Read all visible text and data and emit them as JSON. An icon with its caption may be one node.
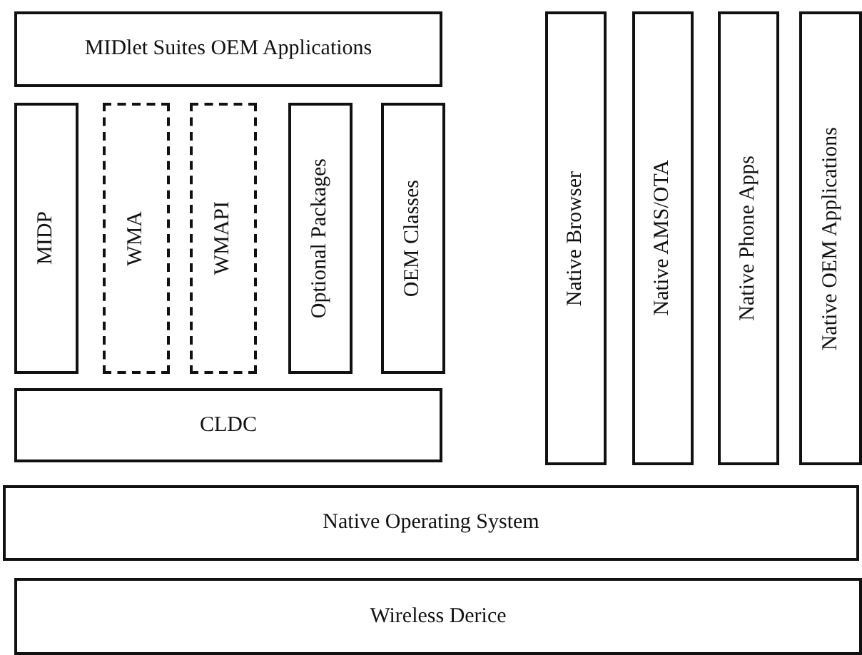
{
  "diagram": {
    "nodes": [
      {
        "text": [
          "MIDlet Suites OEM Applications"
        ]
      },
      {
        "text": [
          "MIDP"
        ]
      },
      {
        "text": [
          "WMA"
        ]
      },
      {
        "text": [
          "WMAPI"
        ]
      },
      {
        "text": [
          "Optional Packages"
        ]
      },
      {
        "text": [
          "OEM Classes"
        ]
      },
      {
        "text": [
          "CLDC"
        ]
      },
      {
        "text": [
          "Native Browser"
        ]
      },
      {
        "text": [
          "Native AMS/OTA"
        ]
      },
      {
        "text": [
          "Native Phone Apps"
        ]
      },
      {
        "text": [
          "Native OEM Applications"
        ]
      },
      {
        "text": [
          "Native Operating System"
        ]
      },
      {
        "text": [
          "Wireless Derice"
        ]
      }
    ]
  }
}
